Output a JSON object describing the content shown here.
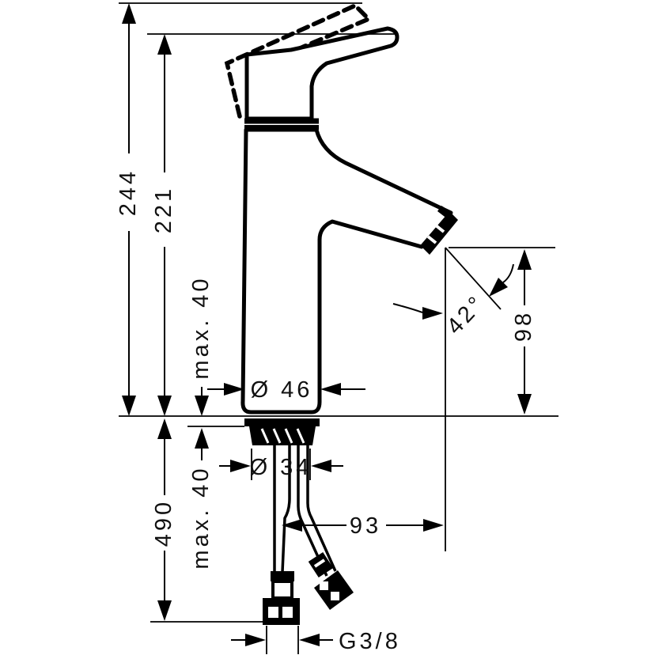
{
  "drawing": {
    "title": "Single-lever basin mixer technical dimension drawing",
    "colors": {
      "background": "#ffffff",
      "line": "#000000",
      "text": "#111111"
    },
    "labels": {
      "overall_height": "244",
      "handle_height": "221",
      "max_thickness_upper": "max. 40",
      "base_diameter": "Ø 46",
      "spray_angle": "42°",
      "outlet_height": "98",
      "hole_diameter": "Ø 34",
      "hose_length": "490",
      "max_thickness_lower": "max. 40",
      "spout_reach": "93",
      "thread_size": "G3/8"
    }
  }
}
